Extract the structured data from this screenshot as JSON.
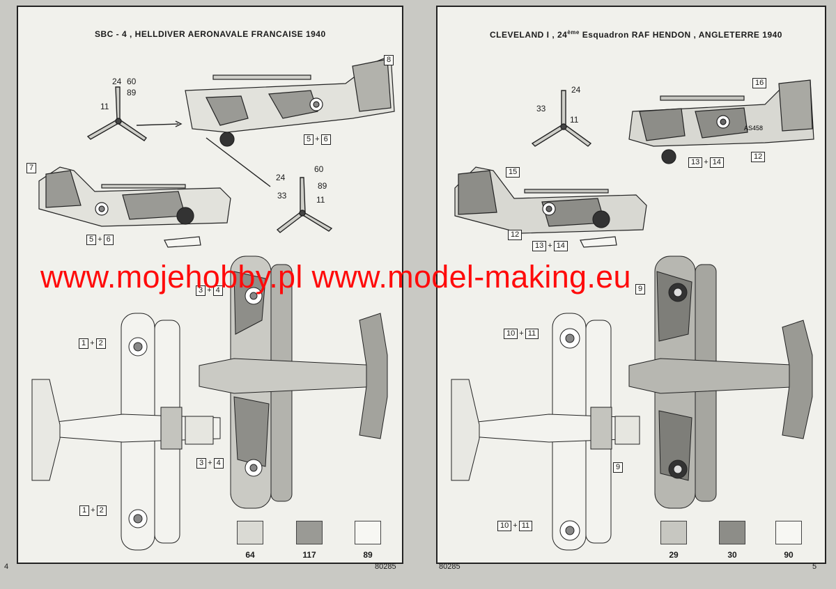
{
  "left_page": {
    "title": "SBC - 4 , HELLDIVER  AERONAVALE FRANCAISE 1940",
    "page_number": "4",
    "code": "80285",
    "prop_numbers_top": [
      "24",
      "60",
      "89",
      "11"
    ],
    "prop_numbers_bottom": [
      "24",
      "60",
      "89",
      "33",
      "11"
    ],
    "labels": [
      "8",
      "5",
      "6",
      "7",
      "5",
      "6",
      "3",
      "4",
      "1",
      "2",
      "3",
      "4",
      "1",
      "2"
    ],
    "swatches": [
      {
        "label": "64",
        "color": "#dadad4"
      },
      {
        "label": "117",
        "color": "#9a9a95"
      },
      {
        "label": "89",
        "color": "#f7f7f3"
      }
    ]
  },
  "right_page": {
    "title_main": "CLEVELAND I , 24",
    "title_sup": "ème",
    "title_rest": " Esquadron  RAF HENDON , ANGLETERRE 1940",
    "page_number": "5",
    "code": "80285",
    "prop_numbers": [
      "24",
      "33",
      "11"
    ],
    "labels": [
      "16",
      "13",
      "14",
      "12",
      "15",
      "12",
      "13",
      "14",
      "9",
      "10",
      "11",
      "9",
      "10",
      "11"
    ],
    "fuselage_code": "AS458",
    "swatches": [
      {
        "label": "29",
        "color": "#c7c7c1"
      },
      {
        "label": "30",
        "color": "#8d8d88"
      },
      {
        "label": "90",
        "color": "#f7f7f3"
      }
    ]
  },
  "watermark": "www.mojehobby.pl www.model-making.eu"
}
